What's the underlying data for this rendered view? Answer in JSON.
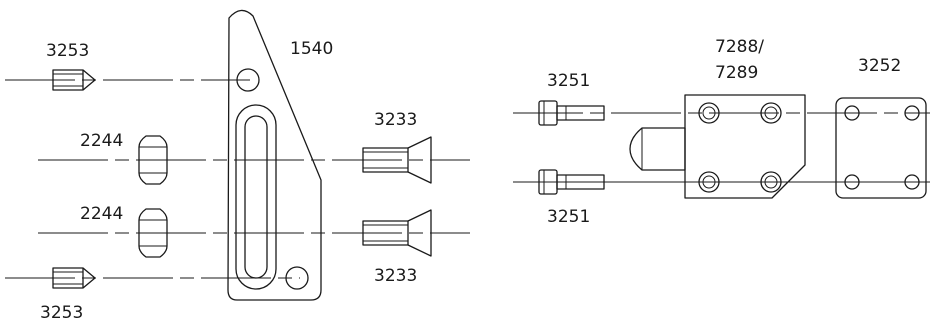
{
  "labels": {
    "bracket": "1540",
    "set_screw_top": "3253",
    "set_screw_bottom": "3253",
    "nut_upper": "2244",
    "nut_lower": "2244",
    "flat_screw_upper": "3233",
    "flat_screw_lower": "3233",
    "cap_screw_upper": "3251",
    "cap_screw_lower": "3251",
    "clamp_body_line1": "7288/",
    "clamp_body_line2": "7289",
    "plate": "3252"
  }
}
